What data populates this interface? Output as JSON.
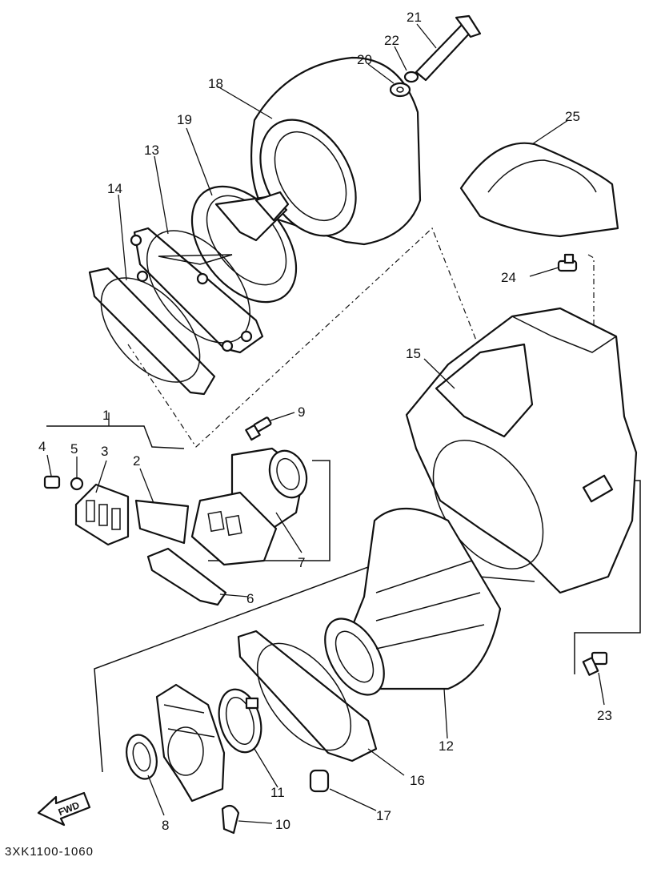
{
  "diagram": {
    "code": "3XK1100-1060",
    "fwd_label": "FWD",
    "callouts": {
      "c1": "1",
      "c2": "2",
      "c3": "3",
      "c4": "4",
      "c5": "5",
      "c6": "6",
      "c7": "7",
      "c8": "8",
      "c9": "9",
      "c10": "10",
      "c11": "11",
      "c12": "12",
      "c13": "13",
      "c14": "14",
      "c15": "15",
      "c16": "16",
      "c17": "17",
      "c18": "18",
      "c19": "19",
      "c20": "20",
      "c21": "21",
      "c22": "22",
      "c23": "23",
      "c24": "24",
      "c25": "25"
    }
  }
}
